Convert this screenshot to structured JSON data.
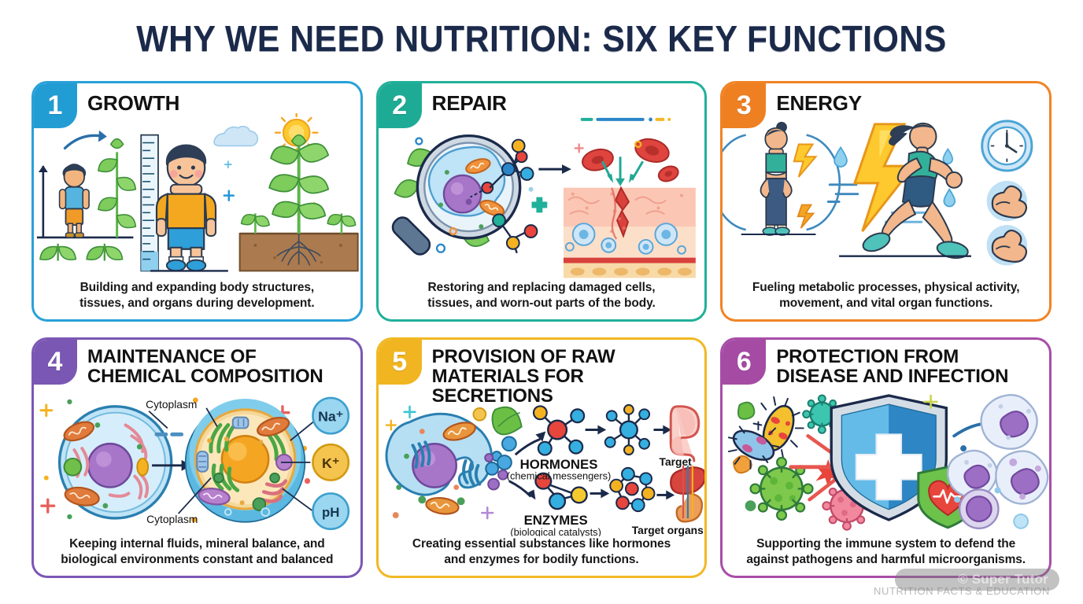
{
  "title": "WHY WE NEED NUTRITION: SIX KEY FUNCTIONS",
  "watermark": {
    "credit": "© Super Tutor",
    "subtitle": "NUTRITION FACTS & EDUCATION"
  },
  "cards": [
    {
      "number": "1",
      "title": "GROWTH",
      "caption": "Building and expanding body structures,\ntissues, and organs during development.",
      "accent": "#29a0d8",
      "badge_color": "#229dd4",
      "icons": [
        "child-small-icon",
        "growth-arrow-icon",
        "ruler-icon",
        "child-large-icon",
        "plant-sprout-icon",
        "plant-grown-icon",
        "sun-icon",
        "cloud-icon",
        "soil-roots-icon"
      ]
    },
    {
      "number": "2",
      "title": "REPAIR",
      "caption": "Restoring and replacing damaged cells,\ntissues, and worn-out parts of the body.",
      "accent": "#21b099",
      "badge_color": "#1eab96",
      "icons": [
        "magnifier-icon",
        "cell-icon",
        "molecule-icon",
        "leaf-icon",
        "red-blood-cell-icon",
        "skin-wound-icon",
        "arrow-right-icon",
        "plus-icon"
      ]
    },
    {
      "number": "3",
      "title": "ENERGY",
      "caption": "Fueling metabolic processes, physical activity,\nmovement, and vital organ functions.",
      "accent": "#f08324",
      "badge_color": "#ef8022",
      "icons": [
        "standing-woman-icon",
        "running-woman-icon",
        "lightning-bolt-icon",
        "water-drop-icon",
        "clock-icon",
        "muscle-flex-icon",
        "speed-lines-icon"
      ]
    },
    {
      "number": "4",
      "title": "MAINTENANCE OF\nCHEMICAL COMPOSITION",
      "caption": "Keeping internal fluids, mineral balance, and\nbiological environments constant and balanced",
      "accent": "#7b57b5",
      "badge_color": "#7a57b3",
      "labels": [
        "Cytoplasm",
        "Cytoplasm",
        "Na⁺",
        "K⁺",
        "pH"
      ],
      "icons": [
        "cell-plain-icon",
        "cell-detailed-icon",
        "arrow-right-icon",
        "ion-bubble-icon",
        "sparkle-icon"
      ]
    },
    {
      "number": "5",
      "title": "PROVISION OF RAW\nMATERIALS FOR SECRETIONS",
      "caption": "Creating essential substances like hormones\nand enzymes for bodily functions.",
      "accent": "#f2b824",
      "badge_color": "#f0b520",
      "labels": [
        "HORMONES",
        "(chemical messengers)",
        "ENZYMES",
        "(biological catalysts)",
        "Target",
        "Target organs"
      ],
      "icons": [
        "secreting-cell-icon",
        "molecule-icon",
        "intestine-icon",
        "liver-stomach-icon",
        "arrow-right-icon",
        "leaf-icon",
        "sparkle-icon"
      ]
    },
    {
      "number": "6",
      "title": "PROTECTION FROM\nDISEASE AND INFECTION",
      "caption": "Supporting the immune system to defend the\nagainst pathogens and harmful microorganisms.",
      "accent": "#a84da8",
      "badge_color": "#a54ba4",
      "icons": [
        "bacteria-icon",
        "virus-icon",
        "shield-icon",
        "medical-cross-icon",
        "heart-shield-icon",
        "white-blood-cell-icon",
        "red-arrow-icon"
      ]
    }
  ]
}
